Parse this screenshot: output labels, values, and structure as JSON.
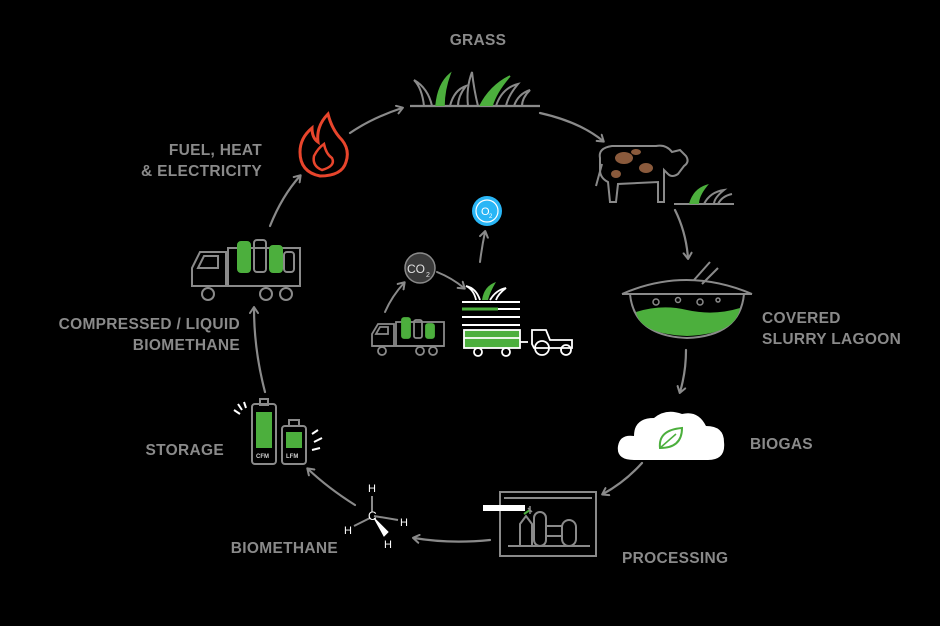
{
  "stages": {
    "grass": "GRASS",
    "fuel": "FUEL, HEAT\n& ELECTRICITY",
    "lagoon": "COVERED\nSLURRY LAGOON",
    "biomethane_liquid": "COMPRESSED / LIQUID\nBIOMETHANE",
    "biogas": "BIOGAS",
    "storage": "STORAGE",
    "processing": "PROCESSING",
    "biomethane": "BIOMETHANE"
  },
  "center": {
    "co2": "CO",
    "co2_sub": "2",
    "o2": "O",
    "o2_sub": "2"
  },
  "tanks": {
    "cfm": "CFM",
    "lfm": "LFM"
  },
  "molecule": {
    "c": "C",
    "h": "H"
  },
  "colors": {
    "background": "#000000",
    "line": "#8a8a8a",
    "green": "#4caf3d",
    "dark_green": "#2e7d32",
    "fire": "#e8452c",
    "cow_spots": "#8a5a3c",
    "oxygen": "#29b6f6"
  },
  "icons": [
    "grass-icon",
    "cow-icon",
    "lagoon-icon",
    "cloud-leaf-icon",
    "processing-plant-icon",
    "methane-molecule-icon",
    "storage-tanks-icon",
    "gas-truck-icon",
    "flame-icon",
    "co2-bubble-icon",
    "o2-bubble-icon",
    "tractor-icon"
  ]
}
